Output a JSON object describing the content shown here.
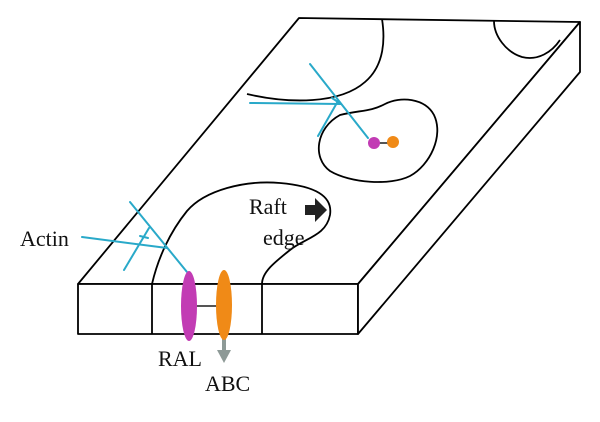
{
  "labels": {
    "actin": "Actin",
    "raft_line1": "Raft",
    "raft_line2": "edge",
    "ral": "RAL",
    "abc": "ABC"
  },
  "colors": {
    "outline": "#000000",
    "actin": "#29a9c9",
    "ral": "#c23cb4",
    "abc": "#f08a17",
    "arrow_down": "#8e9a97",
    "raft_arrow": "#222222"
  },
  "icons": {
    "raft_edge_arrow": "right-arrow-icon",
    "abc_down_arrow": "down-arrow-icon"
  }
}
